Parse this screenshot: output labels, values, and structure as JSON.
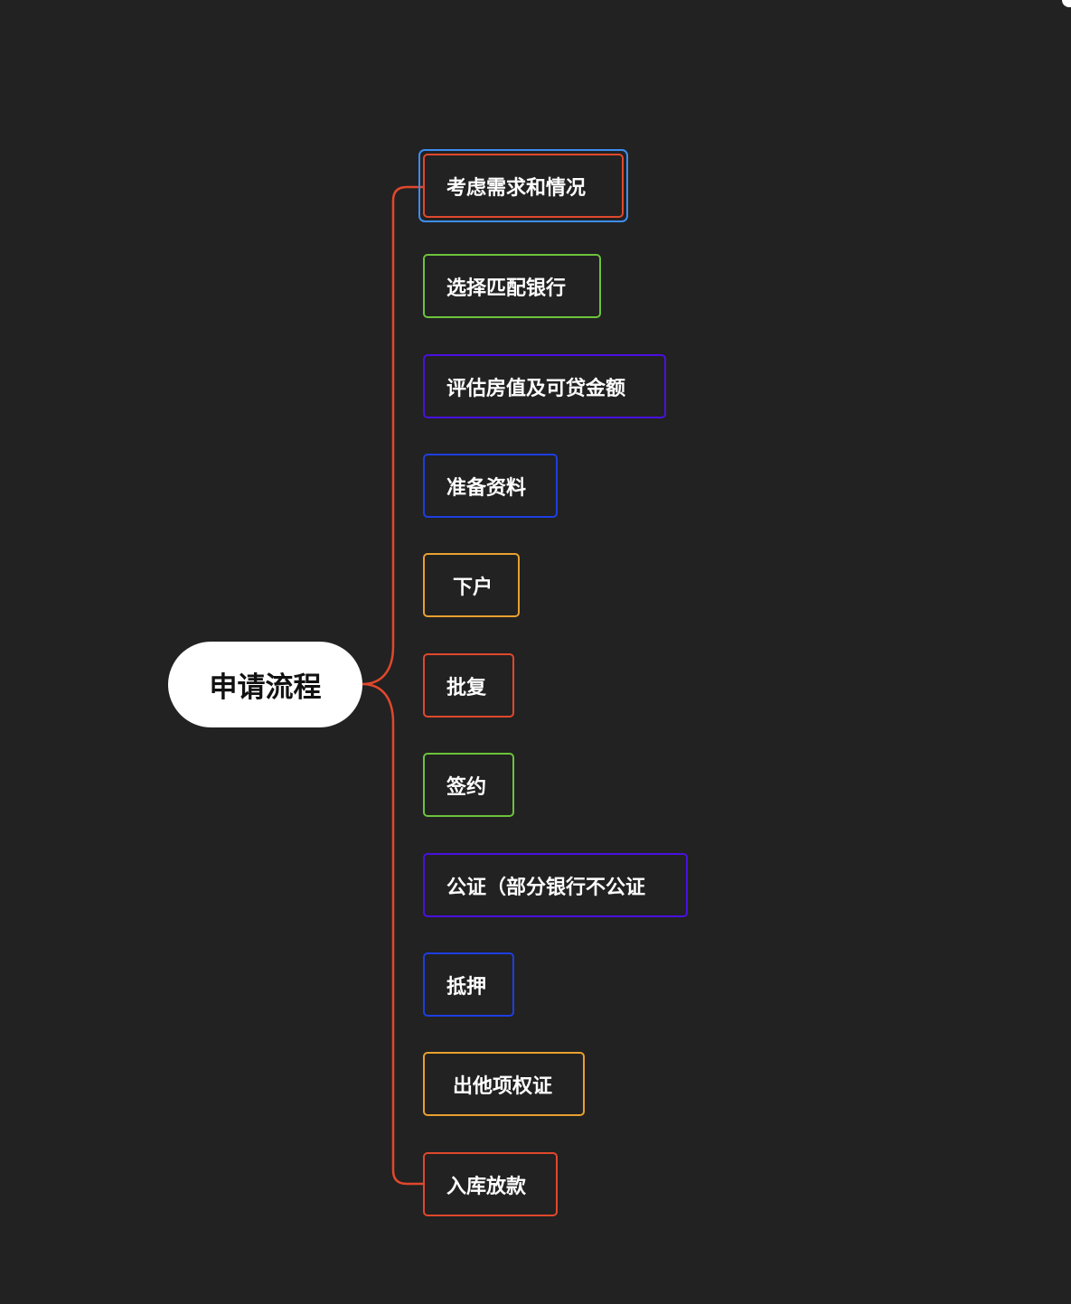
{
  "root": {
    "label": "申请流程"
  },
  "colors": {
    "background": "#222222",
    "connector": "#e0482c",
    "selection": "#3d8ef0"
  },
  "nodes": [
    {
      "label": "考虑需求和情况",
      "color": "#e0482c",
      "selected": true
    },
    {
      "label": "选择匹配银行",
      "color": "#6cc33c"
    },
    {
      "label": "评估房值及可贷金额",
      "color": "#4a10e0"
    },
    {
      "label": "准备资料",
      "color": "#1e3ee0"
    },
    {
      "label": "下户",
      "color": "#e8a030"
    },
    {
      "label": "批复",
      "color": "#e0482c"
    },
    {
      "label": "签约",
      "color": "#6cc33c"
    },
    {
      "label": "公证（部分银行不公证",
      "color": "#4a10e0"
    },
    {
      "label": "抵押",
      "color": "#1e3ee0"
    },
    {
      "label": "出他项权证",
      "color": "#e8a030"
    },
    {
      "label": "入库放款",
      "color": "#e0482c"
    }
  ]
}
